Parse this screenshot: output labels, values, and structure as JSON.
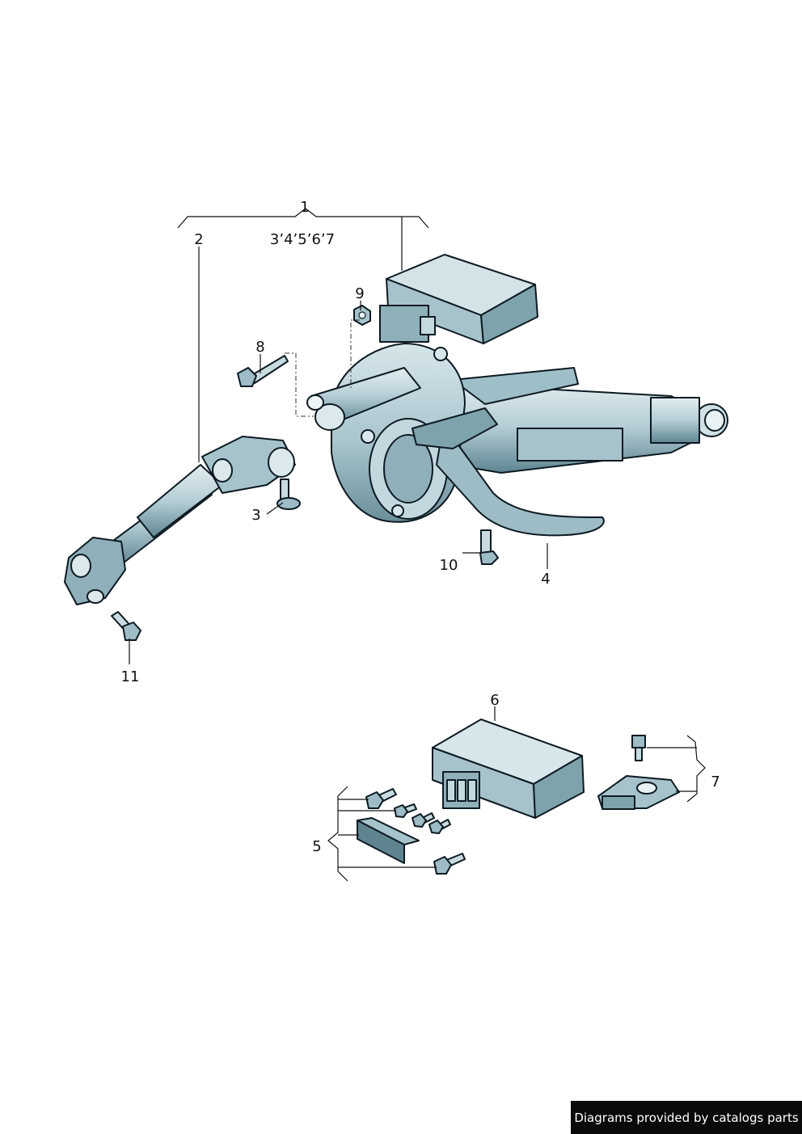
{
  "callouts": {
    "c1": "1",
    "c1_sub": "3ʼ4ʼ5ʼ6ʼ7",
    "c2": "2",
    "c3": "3",
    "c4": "4",
    "c5": "5",
    "c6": "6",
    "c7": "7",
    "c8": "8",
    "c9": "9",
    "c10": "10",
    "c11": "11"
  },
  "credit": "Diagrams provided by catalogs parts",
  "colors": {
    "part_fill": "#b8d1d8",
    "part_light": "#d9e8ec",
    "part_dark": "#5f8490",
    "outline": "#0d1a22",
    "credit_bg": "#0a0a0a"
  }
}
